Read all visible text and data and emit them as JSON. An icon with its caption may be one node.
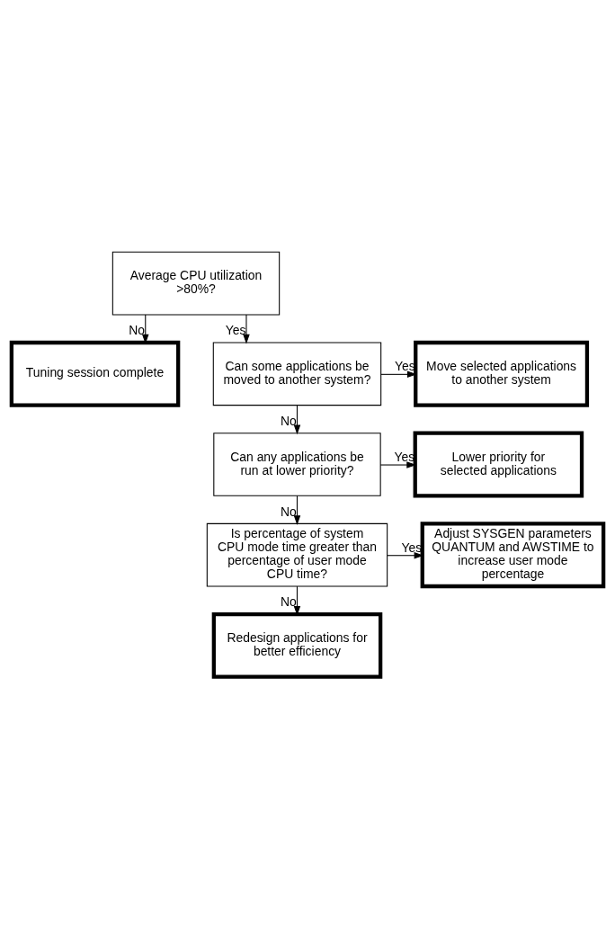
{
  "diagram": {
    "nodes": [
      {
        "text": [
          "Average CPU utilization >80%?"
        ]
      },
      {
        "text": [
          "Tuning session complete"
        ]
      },
      {
        "text": [
          "Can some applications be moved to another system?"
        ]
      },
      {
        "text": [
          "Move selected applications to another system"
        ]
      },
      {
        "text": [
          "Can any applications be run at lower priority?"
        ]
      },
      {
        "text": [
          "Lower priority for selected applications"
        ]
      },
      {
        "text": [
          "Is percentage of system CPU mode time greater than percentage of user mode CPU time?"
        ]
      },
      {
        "text": [
          "Adjust SYSGEN parameters QUANTUM and AWSTIME to increase user mode percentage"
        ]
      },
      {
        "text": [
          "Redesign applications for better efficiency"
        ]
      }
    ],
    "edges": [
      {
        "from": 0,
        "to": 1,
        "arrow": "to",
        "label": "No"
      },
      {
        "from": 0,
        "to": 2,
        "arrow": "to",
        "label": "Yes"
      },
      {
        "from": 2,
        "to": 3,
        "arrow": "to",
        "label": "Yes"
      },
      {
        "from": 2,
        "to": 4,
        "arrow": "to",
        "label": "No"
      },
      {
        "from": 4,
        "to": 5,
        "arrow": "to",
        "label": "Yes"
      },
      {
        "from": 4,
        "to": 6,
        "arrow": "to",
        "label": "No"
      },
      {
        "from": 6,
        "to": 7,
        "arrow": "to",
        "label": "Yes"
      },
      {
        "from": 6,
        "to": 8,
        "arrow": "to",
        "label": "No"
      }
    ]
  }
}
